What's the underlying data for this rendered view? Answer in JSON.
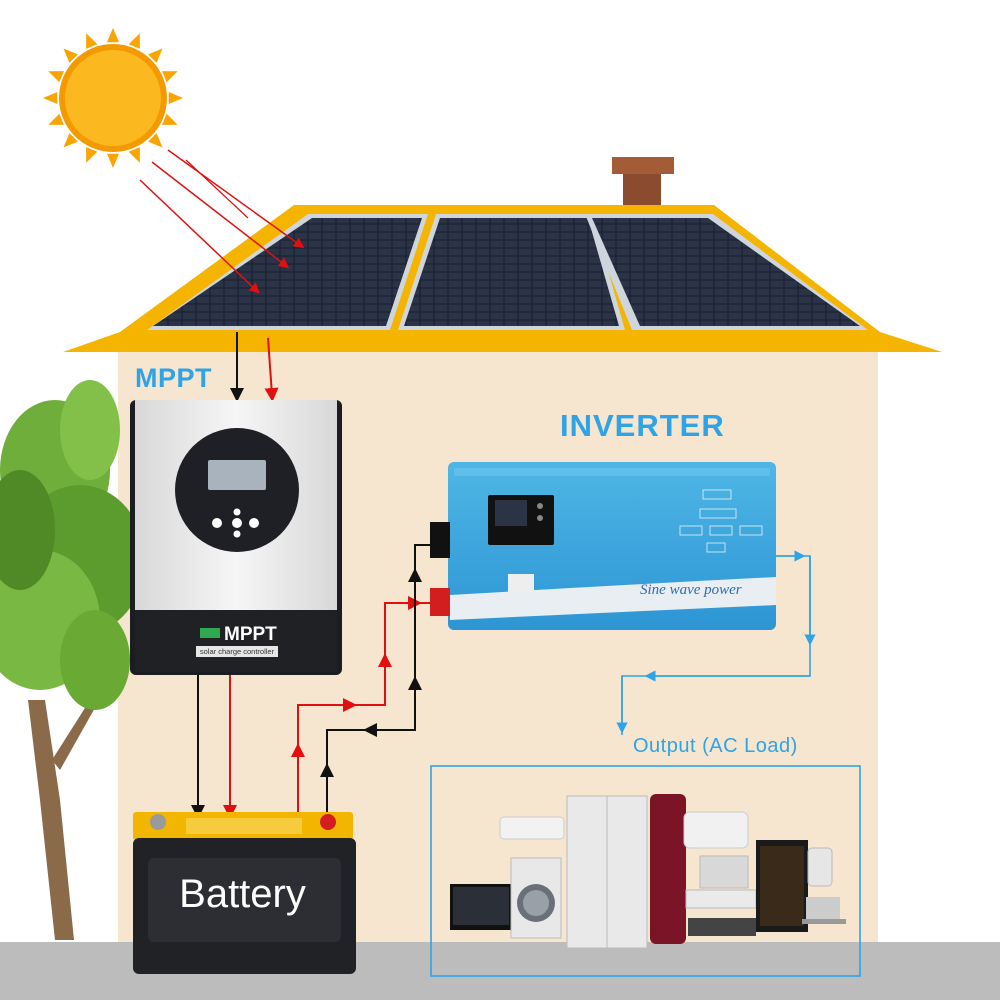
{
  "labels": {
    "mppt_title": "MPPT",
    "inverter_title": "INVERTER",
    "output_title": "Output (AC Load)",
    "battery": "Battery",
    "mppt_brand": "MPPT",
    "mppt_subtitle": "solar charge controller",
    "sine_wave": "Sine wave power"
  },
  "colors": {
    "accent_blue": "#2ea3e6",
    "wall": "#f7e6cf",
    "roof": "#f5b400",
    "sun": "#f9a400",
    "ground": "#bcbcbc",
    "positive_wire": "#e01010",
    "negative_wire": "#111111",
    "ac_wire": "#2ea3e6"
  },
  "icons": [
    "sun-icon",
    "solar-panel-icon",
    "chimney-icon",
    "tree-icon",
    "mppt-controller-icon",
    "inverter-icon",
    "battery-icon",
    "appliances-icon"
  ]
}
